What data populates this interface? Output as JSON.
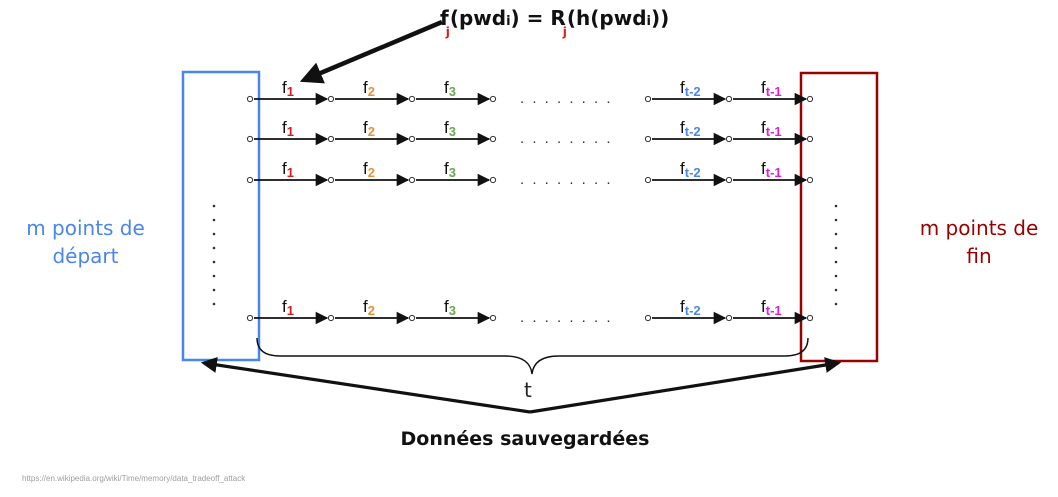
{
  "formula": {
    "f": "f",
    "sub_j1": "j",
    "mid1": "(pwd",
    "sub_i1": "i",
    "mid2": ") = R",
    "sub_j2": "j",
    "mid3": "(h(pwd",
    "sub_i2": "i",
    "end": "))"
  },
  "labels": {
    "left_line1": "m points de",
    "left_line2": "départ",
    "right_line1": "m points de",
    "right_line2": "fin",
    "bottom": "Données sauvegardées",
    "t": "t",
    "source": "https://en.wikipedia.org/wiki/Time/memory/data_tradeoff_attack"
  },
  "chain": {
    "function_letter": "f",
    "subscripts": [
      "1",
      "2",
      "3",
      "t-2",
      "t-1"
    ],
    "colors": [
      "#d81b1b",
      "#e69138",
      "#6aa84f",
      "#4a86e8",
      "#e01ee0"
    ],
    "ellipsis": ". . . . . . . ."
  },
  "colors": {
    "start_box": "#4a86e8",
    "end_box": "#990000"
  }
}
